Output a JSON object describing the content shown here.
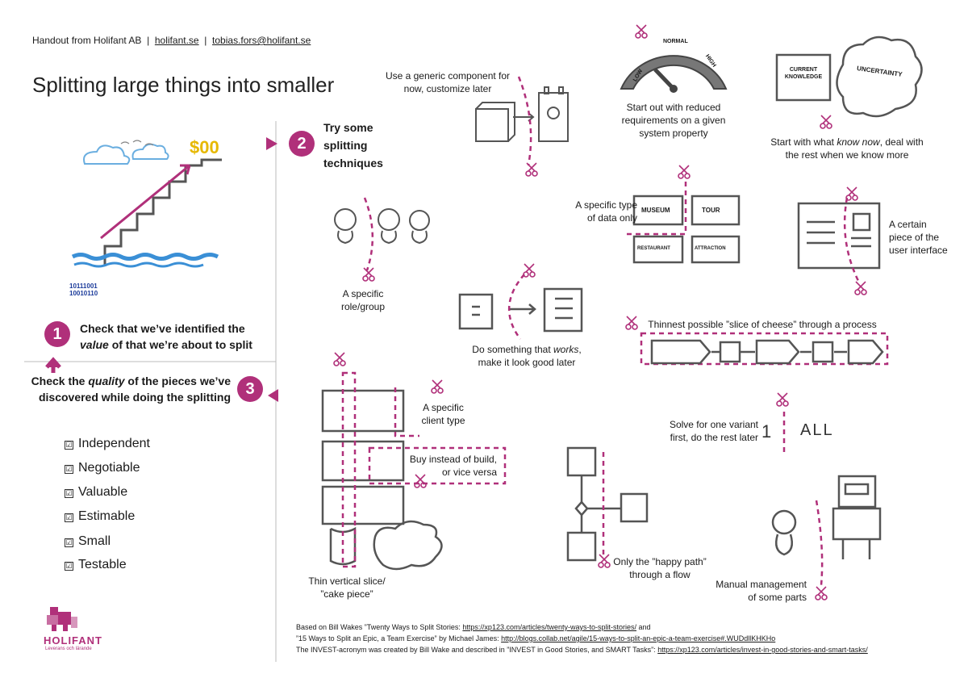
{
  "header": {
    "prefix": "Handout from Holifant AB",
    "sep1": "|",
    "site_link": "holifant.se",
    "sep2": "|",
    "email_link": "tobias.fors@holifant.se"
  },
  "page_title": "Splitting large things into smaller",
  "steps": {
    "step1": {
      "number": "1",
      "text_a": "Check that we’ve identified the",
      "text_b_em": "value",
      "text_b_rest": " of that we’re about to split"
    },
    "step2": {
      "number": "2",
      "text": [
        "Try some",
        "splitting",
        "techniques"
      ]
    },
    "step3": {
      "number": "3",
      "text_a_pre": "Check the ",
      "text_a_em": "quality",
      "text_a_post": " of the pieces we’ve",
      "text_b": "discovered while doing the splitting"
    }
  },
  "illustration_text": {
    "money": "$00",
    "binary1": "10111001",
    "binary2": "10010110",
    "gauge_low": "LOW",
    "gauge_normal": "NORMAL",
    "gauge_high": "HIGH",
    "current_knowledge_1": "CURRENT",
    "current_knowledge_2": "KNOWLEDGE",
    "uncertainty": "UNCERTAINTY",
    "museum": "MUSEUM",
    "tour": "TOUR",
    "restaurant": "RESTAURANT",
    "attraction": "ATTRACTION",
    "one": "1",
    "all": "ALL"
  },
  "techniques": {
    "generic": [
      "Use a generic component for",
      "now, customize later"
    ],
    "reduced": [
      "Start out with reduced",
      "requirements on a given",
      "system property"
    ],
    "know_now": {
      "pre": "Start with what ",
      "em": "know now",
      "post": ", deal with",
      "line2": "the rest when we know more"
    },
    "data_type": [
      "A specific type",
      "of data only"
    ],
    "ui_piece": [
      "A certain",
      "piece of the",
      "user interface"
    ],
    "role": [
      "A specific",
      "role/group"
    ],
    "works": {
      "pre": "Do something that ",
      "em": "works",
      "post": ",",
      "line2": "make it look good later"
    },
    "cheese": "Thinnest possible ”slice of cheese” through a process",
    "client": [
      "A specific",
      "client type"
    ],
    "variant": [
      "Solve for one variant",
      "first, do the rest later"
    ],
    "buy_build": [
      "Buy instead of build,",
      "or vice versa"
    ],
    "happy_path": [
      "Only the ”happy path”",
      "through a flow"
    ],
    "vertical": [
      "Thin vertical slice/",
      "”cake piece”"
    ],
    "manual": [
      "Manual management",
      "of some parts"
    ]
  },
  "invest": [
    "Independent",
    "Negotiable",
    "Valuable",
    "Estimable",
    "Small",
    "Testable"
  ],
  "invest_check": "☑",
  "footer": {
    "line1_pre": "Based on Bill Wakes ”Twenty Ways to Split Stories: ",
    "line1_link": "https://xp123.com/articles/twenty-ways-to-split-stories/",
    "line1_post": " and",
    "line2_pre": "”15 Ways to Split an Epic, a Team Exercise” by Michael James: ",
    "line2_link": "http://blogs.collab.net/agile/15-ways-to-split-an-epic-a-team-exercise#.WUDdllKHKHo",
    "line3_pre": "The INVEST-acronym was created by Bill Wake and described in ”INVEST in Good Stories, and SMART Tasks”: ",
    "line3_link": "https://xp123.com/articles/invest-in-good-stories-and-smart-tasks/"
  },
  "logo": {
    "name": "HOLIFANT",
    "tagline": "Leverans och lärande"
  },
  "colors": {
    "accent": "#b0307a",
    "sketch": "#555555",
    "water": "#3a8fd6",
    "money": "#e6b800",
    "binary": "#1a3a9a"
  }
}
